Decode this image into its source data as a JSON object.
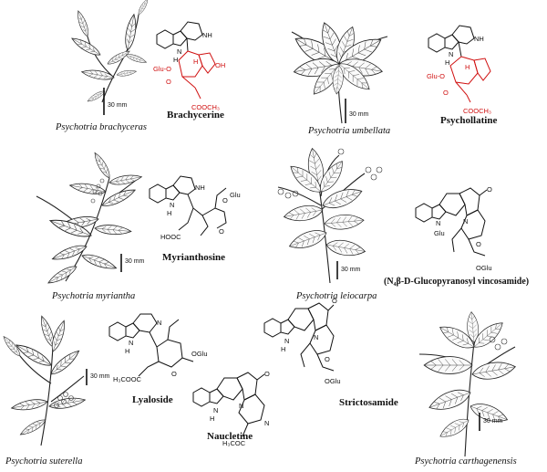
{
  "plants": [
    {
      "caption": "Psychotria brachyceras",
      "scale": "30 mm"
    },
    {
      "caption": "Psychotria umbellata",
      "scale": "30 mm"
    },
    {
      "caption": "Psychotria myriantha",
      "scale": "30 mm"
    },
    {
      "caption": "Psychotria leiocarpa",
      "scale": "30 mm"
    },
    {
      "caption": "Psychotria suterella",
      "scale": "30 mm"
    },
    {
      "caption": "Psychotria carthagenensis",
      "scale": "30 mm"
    }
  ],
  "compounds": [
    {
      "name": "Brachycerine"
    },
    {
      "name": "Psychollatine"
    },
    {
      "name": "Myrianthosine"
    },
    {
      "name": "(N₄β-D-Glucopyranosyl vincosamide)"
    },
    {
      "name": "Lyaloside"
    },
    {
      "name": "Strictosamide"
    },
    {
      "name": "Naucletine"
    }
  ],
  "atom_labels": {
    "n": "N",
    "nh": "NH",
    "h": "H",
    "oglu": "OGlu",
    "glu": "Glu",
    "gluo": "Glu-O",
    "oh": "OH",
    "cooch3": "COOCH₃",
    "hooc": "HOOC",
    "h3cooc": "H₃COOC",
    "h3coc": "H₃COC",
    "o": "O"
  },
  "colors": {
    "highlight": "#d01010",
    "ink": "#111111"
  }
}
